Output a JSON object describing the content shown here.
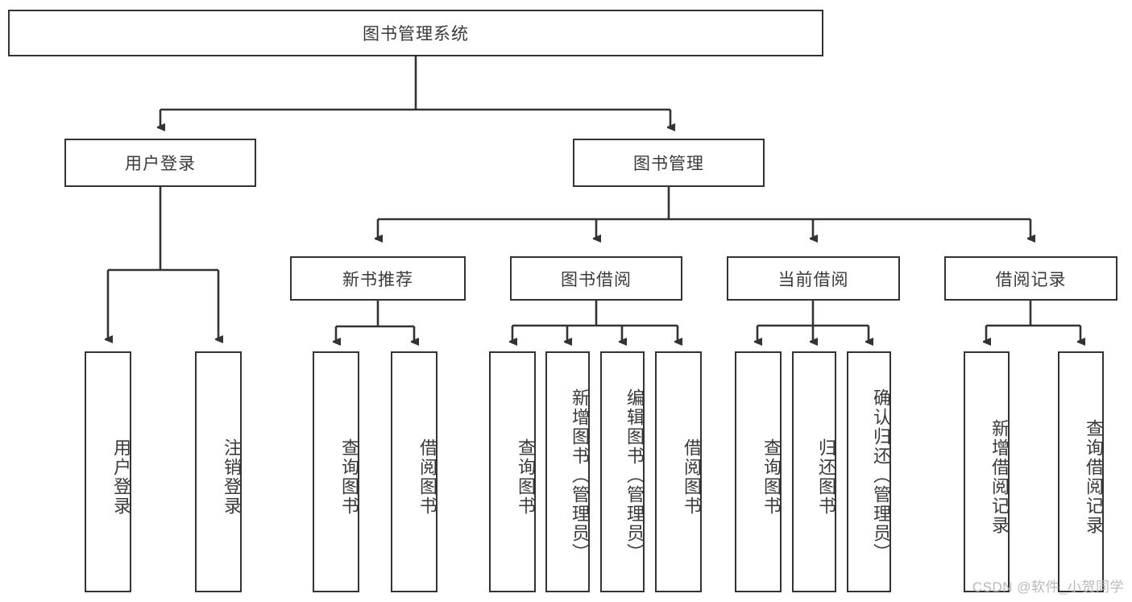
{
  "diagram": {
    "type": "tree",
    "title": "图书管理系统",
    "root": {
      "label": "图书管理系统"
    },
    "level2": [
      {
        "label": "用户登录"
      },
      {
        "label": "图书管理"
      }
    ],
    "level3": [
      {
        "label": "新书推荐"
      },
      {
        "label": "图书借阅"
      },
      {
        "label": "当前借阅"
      },
      {
        "label": "借阅记录"
      }
    ],
    "leaves": {
      "user_login": [
        {
          "label": "用户登录"
        },
        {
          "label": "注销登录"
        }
      ],
      "new_book_recommend": [
        {
          "label": "查询图书"
        },
        {
          "label": "借阅图书"
        }
      ],
      "book_borrow": [
        {
          "label": "查询图书"
        },
        {
          "label": "新增图书（管理员）"
        },
        {
          "label": "编辑图书（管理员）"
        },
        {
          "label": "借阅图书"
        }
      ],
      "current_borrow": [
        {
          "label": "查询图书"
        },
        {
          "label": "归还图书"
        },
        {
          "label": "确认归还（管理员）"
        }
      ],
      "borrow_record": [
        {
          "label": "新增借阅记录"
        },
        {
          "label": "查询借阅记录"
        }
      ]
    }
  },
  "watermark": {
    "text": "CSDN @软件_小贺同学"
  },
  "colors": {
    "stroke": "#333333",
    "text": "#3a3a3a",
    "background": "#ffffff",
    "watermark": "#b9b9b9"
  }
}
